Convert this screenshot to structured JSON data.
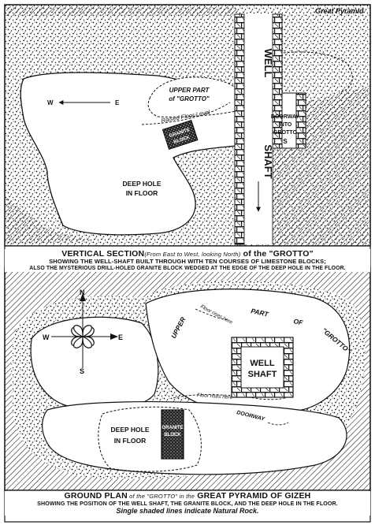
{
  "colors": {
    "ink": "#111111",
    "paper": "#ffffff"
  },
  "top_diagram": {
    "header_label": "Great Pyramid",
    "well_label": "WELL",
    "shaft_label": "SHAFT",
    "upper_grotto_1": "UPPER PART",
    "upper_grotto_2": "of \"GROTTO\"",
    "raised_floor": "Raised Floor-Level",
    "doorway_1": "DOORWAY",
    "doorway_2": "INTO",
    "doorway_3": "GROTTO",
    "granite_1": "GRANITE",
    "granite_2": "BLOCK",
    "deep_hole_1": "DEEP HOLE",
    "deep_hole_2": "IN FLOOR",
    "west": "W",
    "east": "E",
    "south": "S"
  },
  "caption_top": {
    "title_a": "VERTICAL SECTION",
    "title_b": "(From East to West, looking North)",
    "title_c": " of the \"GROTTO\"",
    "line1": "SHOWING THE WELL-SHAFT BUILT THROUGH WITH TEN COURSES OF LIMESTONE BLOCKS;",
    "line2": "ALSO THE MYSTERIOUS DRILL-HOLED GRANITE BLOCK WEDGED AT THE EDGE OF THE DEEP HOLE IN THE FLOOR."
  },
  "bottom_diagram": {
    "north": "N",
    "south": "S",
    "west": "W",
    "east": "E",
    "upper": "UPPER",
    "part": "PART",
    "of": "OF",
    "grotto": "\"GROTTO\"",
    "floor_rises": "Floor rises here",
    "floor_rises_2": "Floor rises here",
    "well_1": "WELL",
    "well_2": "SHAFT",
    "doorway": "DOORWAY",
    "deep_hole_1": "DEEP HOLE",
    "deep_hole_2": "IN FLOOR",
    "granite_1": "GRANITE",
    "granite_2": "BLOCK"
  },
  "caption_bottom": {
    "title_a": "GROUND PLAN",
    "title_b": " of the \"GROTTO\" ",
    "title_c": "in the",
    "title_d": " GREAT PYRAMID OF GIZEH",
    "line1": "SHOWING THE POSITION OF THE WELL SHAFT, THE GRANITE BLOCK, AND THE DEEP HOLE IN THE FLOOR.",
    "line2": "Single shaded lines indicate Natural Rock."
  }
}
